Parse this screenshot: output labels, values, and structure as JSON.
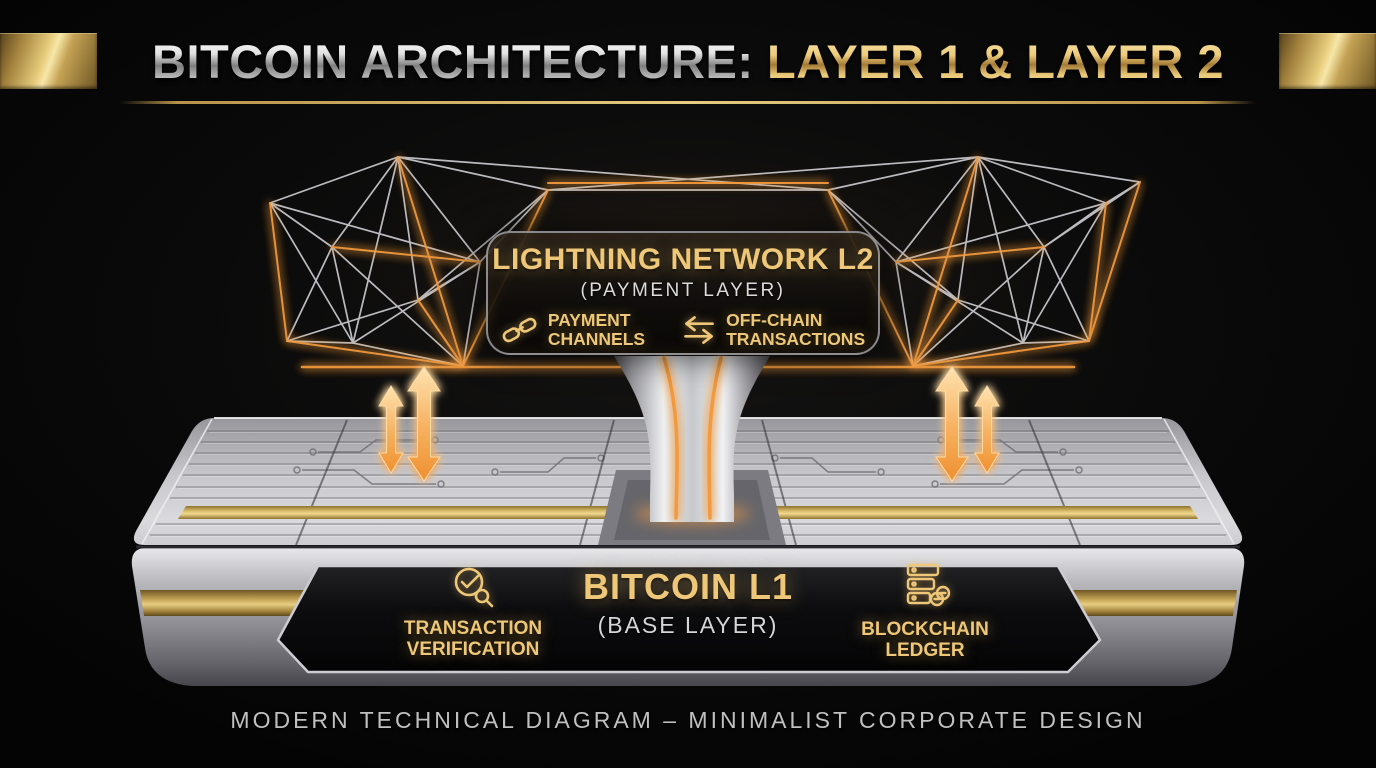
{
  "header": {
    "title_part1": "BITCOIN ARCHITECTURE: ",
    "title_part2": "LAYER 1 & LAYER 2"
  },
  "l2_panel": {
    "title": "LIGHTNING NETWORK L2",
    "subtitle": "(PAYMENT LAYER)",
    "features": [
      {
        "icon": "chain-link-icon",
        "line1": "PAYMENT",
        "line2": "CHANNELS"
      },
      {
        "icon": "swap-arrows-icon",
        "line1": "OFF-CHAIN",
        "line2": "TRANSACTIONS"
      }
    ]
  },
  "l1_panel": {
    "title": "BITCOIN L1",
    "subtitle": "(BASE LAYER)",
    "features": [
      {
        "icon": "verified-magnifier-icon",
        "line1": "TRANSACTION",
        "line2": "VERIFICATION"
      },
      {
        "icon": "ledger-coins-icon",
        "line1": "BLOCKCHAIN",
        "line2": "LEDGER"
      }
    ]
  },
  "footer": {
    "caption": "MODERN TECHNICAL DIAGRAM – MINIMALIST CORPORATE DESIGN"
  },
  "colors": {
    "gold": "#eec878",
    "orange": "#f29a3e",
    "silver": "#cfcfd4",
    "background": "#070707"
  }
}
